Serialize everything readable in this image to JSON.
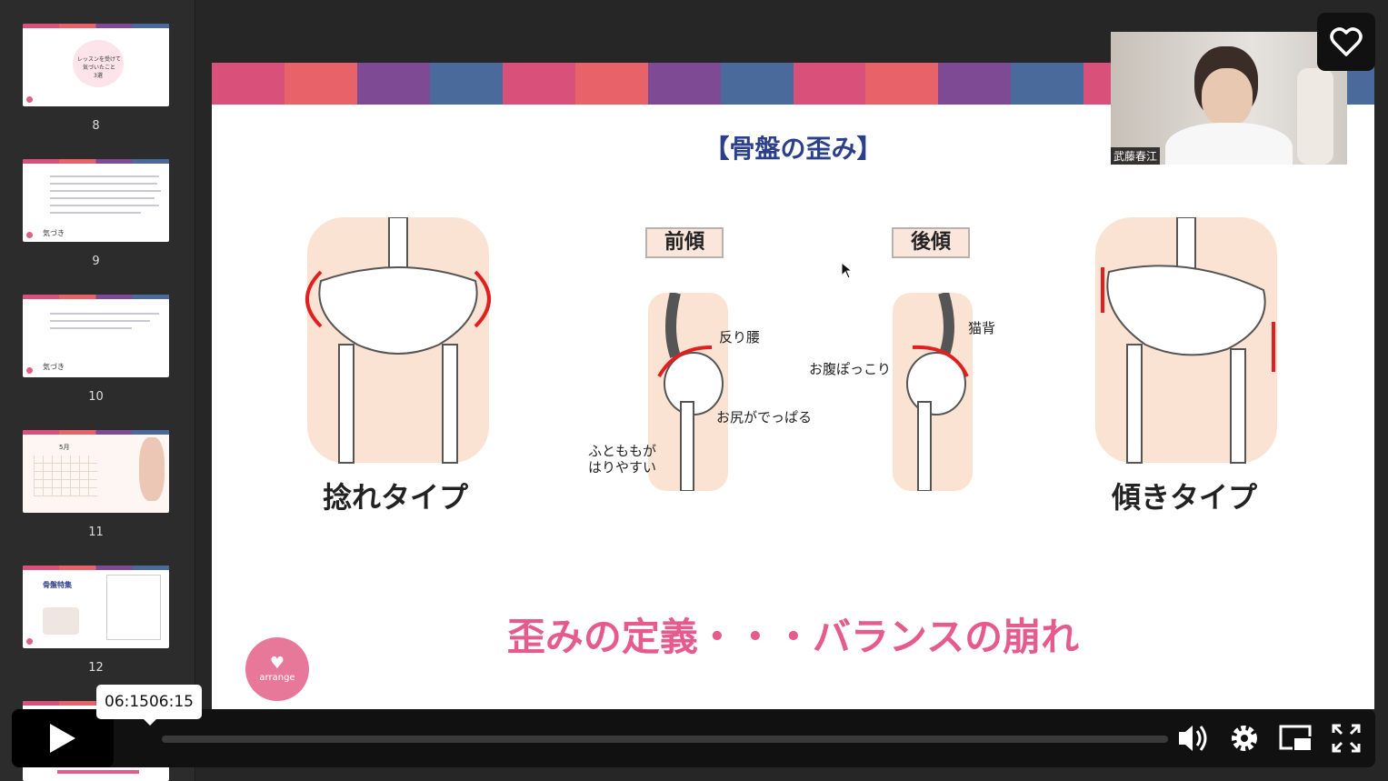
{
  "sidebar": {
    "slides": [
      {
        "number": "8",
        "text_lines": [
          "レッスンを受けて",
          "気づいたこと",
          "3選"
        ]
      },
      {
        "number": "9",
        "caption": "気づき"
      },
      {
        "number": "10",
        "caption": "気づき"
      },
      {
        "number": "11",
        "month": "5月"
      },
      {
        "number": "12",
        "title": "骨盤特集"
      }
    ]
  },
  "slide": {
    "title": "【骨盤の歪み】",
    "tag_forward": "前傾",
    "tag_backward": "後傾",
    "label_sori": "反り腰",
    "label_oshiri": "お尻がでっぱる",
    "label_futomomo_1": "ふとももが",
    "label_futomomo_2": "はりやすい",
    "label_nekoze": "猫背",
    "label_onaka": "お腹ぽっこり",
    "type_twist": "捻れタイプ",
    "type_tilt": "傾きタイプ",
    "definition": "歪みの定義・・・バランスの崩れ",
    "logo_text": "arrange",
    "stripe_colors": [
      "#d9517a",
      "#e8626a",
      "#7d4a93",
      "#4a6a9c",
      "#d9517a",
      "#e8626a",
      "#7d4a93",
      "#4a6a9c",
      "#d9517a",
      "#e8626a",
      "#7d4a93",
      "#4a6a9c",
      "#d9517a",
      "#e8626a",
      "#7d4a93",
      "#4a6a9c"
    ]
  },
  "webcam": {
    "name": "武藤春江"
  },
  "player": {
    "tooltip_time": "06:1506:15",
    "heart_icon": "heart-icon",
    "play_icon": "play-icon",
    "volume_icon": "volume-icon",
    "settings_icon": "gear-icon",
    "pip_icon": "picture-in-picture-icon",
    "fullscreen_icon": "fullscreen-icon"
  }
}
